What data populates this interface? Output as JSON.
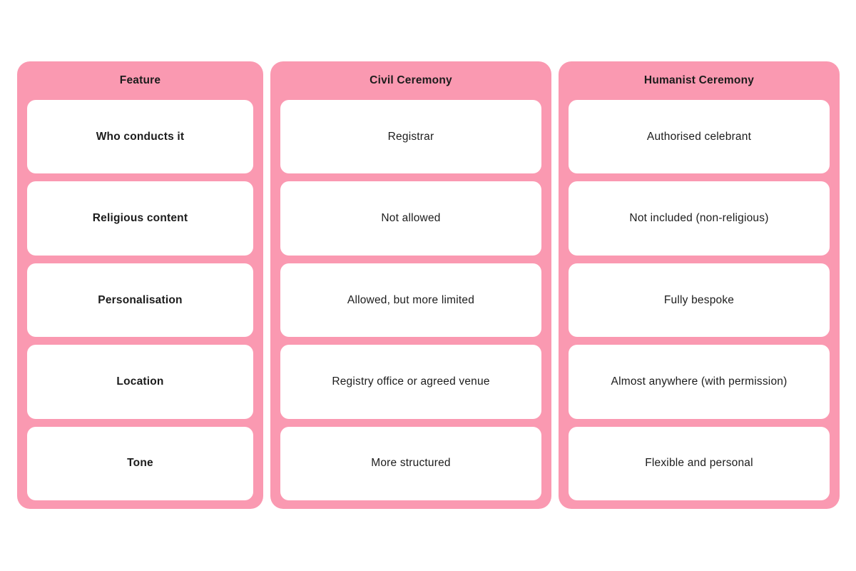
{
  "colors": {
    "page_background": "#ffffff",
    "column_background": "#FA99B1",
    "card_background": "#ffffff",
    "text": "#1c1c1c"
  },
  "table": {
    "columns": [
      {
        "header": "Feature",
        "cells": [
          "Who conducts it",
          "Religious content",
          "Personalisation",
          "Location",
          "Tone"
        ]
      },
      {
        "header": "Civil Ceremony",
        "cells": [
          "Registrar",
          "Not allowed",
          "Allowed, but more limited",
          "Registry office or agreed venue",
          "More structured"
        ]
      },
      {
        "header": "Humanist Ceremony",
        "cells": [
          "Authorised celebrant",
          "Not included (non-religious)",
          "Fully bespoke",
          "Almost anywhere (with permission)",
          "Flexible and personal"
        ]
      }
    ]
  },
  "chart_data": {
    "type": "table",
    "title": "",
    "column_headers": [
      "Feature",
      "Civil Ceremony",
      "Humanist Ceremony"
    ],
    "rows": [
      [
        "Who conducts it",
        "Registrar",
        "Authorised celebrant"
      ],
      [
        "Religious content",
        "Not allowed",
        "Not included (non-religious)"
      ],
      [
        "Personalisation",
        "Allowed, but more limited",
        "Fully bespoke"
      ],
      [
        "Location",
        "Registry office or agreed venue",
        "Almost anywhere (with permission)"
      ],
      [
        "Tone",
        "More structured",
        "Flexible and personal"
      ]
    ],
    "layout_hints": {
      "header_position": "top",
      "first_column_bold": true,
      "column_color": "#FA99B1",
      "cell_color": "#ffffff"
    }
  }
}
